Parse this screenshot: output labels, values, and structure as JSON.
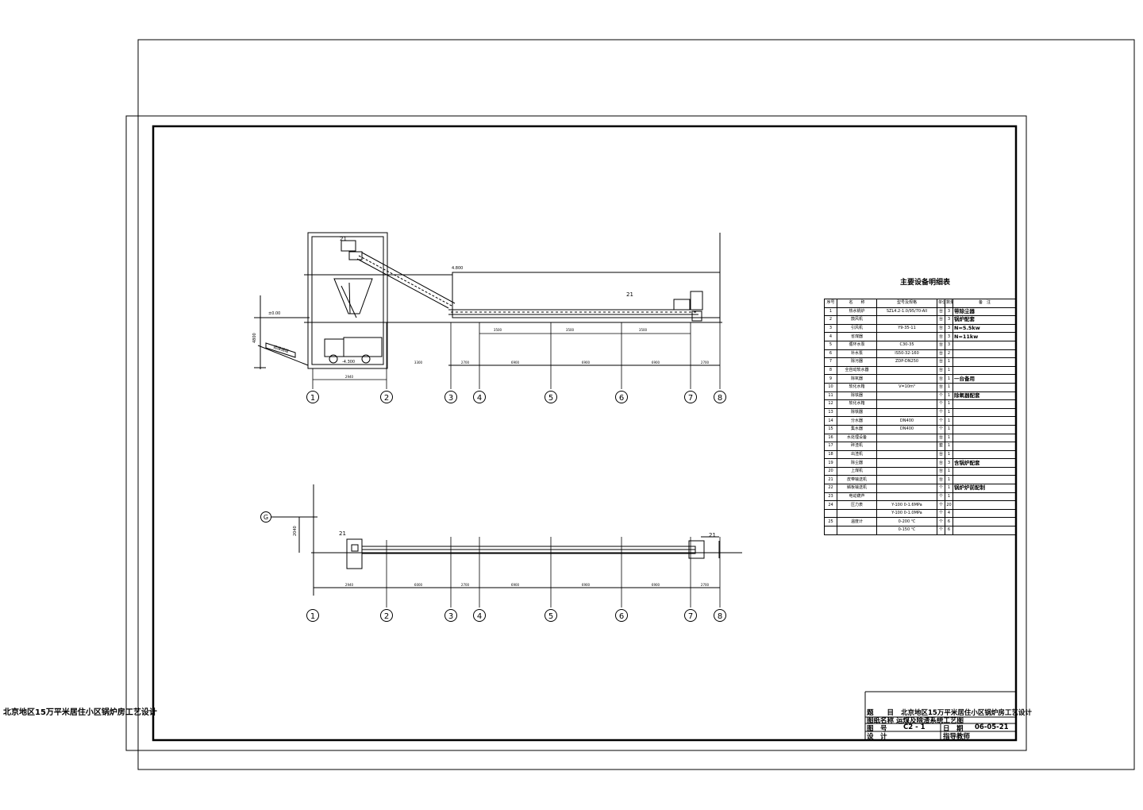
{
  "side_title": "北京地区15万平米居住小区锅炉房工艺设计",
  "table": {
    "heading": "主要设备明细表",
    "headers": [
      "序号",
      "名　　称",
      "型号及规格",
      "单位",
      "数量",
      "备　注"
    ],
    "rows": [
      [
        "1",
        "热水锅炉",
        "SZL4.2-1.0/95/70-AII",
        "台",
        "3",
        "带除尘器"
      ],
      [
        "2",
        "鼓风机",
        "",
        "台",
        "3",
        "锅炉配套"
      ],
      [
        "3",
        "引风机",
        "Y9-35-11",
        "台",
        "3",
        "N=5.5kw"
      ],
      [
        "4",
        "省煤器",
        "",
        "台",
        "3",
        "N=11kw"
      ],
      [
        "5",
        "循环水泵",
        "C30-35",
        "台",
        "3",
        ""
      ],
      [
        "6",
        "补水泵",
        "IS50-32-160",
        "台",
        "2",
        ""
      ],
      [
        "7",
        "除污器",
        "ZDP-DN250",
        "台",
        "1",
        ""
      ],
      [
        "8",
        "全自动软水器",
        "",
        "台",
        "1",
        ""
      ],
      [
        "9",
        "除氧器",
        "",
        "台",
        "1",
        "一台备用"
      ],
      [
        "10",
        "软化水箱",
        "V=10m³",
        "台",
        "1",
        ""
      ],
      [
        "11",
        "除铁器",
        "",
        "个",
        "1",
        "除氧器配套"
      ],
      [
        "12",
        "软化水箱",
        "",
        "个",
        "1",
        ""
      ],
      [
        "13",
        "除铁器",
        "",
        "个",
        "1",
        ""
      ],
      [
        "14",
        "分水器",
        "DN400",
        "个",
        "1",
        ""
      ],
      [
        "15",
        "集水器",
        "DN400",
        "个",
        "1",
        ""
      ],
      [
        "16",
        "水处理设备",
        "",
        "台",
        "1",
        ""
      ],
      [
        "17",
        "碎渣机",
        "",
        "套",
        "1",
        ""
      ],
      [
        "18",
        "出渣机",
        "",
        "台",
        "1",
        ""
      ],
      [
        "19",
        "除尘器",
        "",
        "台",
        "3",
        "含锅炉配套"
      ],
      [
        "20",
        "上煤机",
        "",
        "台",
        "1",
        ""
      ],
      [
        "21",
        "皮带输送机",
        "",
        "台",
        "1",
        ""
      ],
      [
        "22",
        "鳞板输送机",
        "",
        "个",
        "1",
        "锅炉炉前配制"
      ],
      [
        "23",
        "电动葫芦",
        "",
        "个",
        "1",
        ""
      ],
      [
        "24",
        "压力表",
        "Y-100 0-1.6MPa",
        "个",
        "20",
        ""
      ],
      [
        "",
        "",
        "Y-100 0-1.0MPa",
        "个",
        "4",
        ""
      ],
      [
        "25",
        "温度计",
        "0-200 ℃",
        "个",
        "6",
        ""
      ],
      [
        "",
        "",
        "0-150 ℃",
        "个",
        "6",
        ""
      ]
    ]
  },
  "title_block": {
    "project_label": "题　　目",
    "project": "北京地区15万平米居住小区锅炉房工艺设计",
    "drawing_label": "图纸名称",
    "drawing_name": "运煤及除渣系统工艺图",
    "number_label": "图　号",
    "number": "C2 - 1",
    "date_label": "日　期",
    "date": "06-05-21",
    "designer_label": "设　计",
    "advisor_label": "指导教师"
  },
  "axis_numbers": [
    "1",
    "2",
    "3",
    "4",
    "5",
    "6",
    "7",
    "8"
  ],
  "axis_letter": "G",
  "elevation_dims": [
    {
      "text": "2940"
    },
    {
      "text": "3300"
    },
    {
      "text": "2700"
    },
    {
      "text": "6900"
    },
    {
      "text": "6900"
    },
    {
      "text": "6900"
    },
    {
      "text": "2700"
    }
  ],
  "plan_dims": [
    {
      "text": "2940"
    },
    {
      "text": "6000"
    },
    {
      "text": "2700"
    },
    {
      "text": "6900"
    },
    {
      "text": "6900"
    },
    {
      "text": "6900"
    },
    {
      "text": "2700"
    }
  ],
  "annotations": {
    "item_tag": "21",
    "level_top": "4.800",
    "level_ground": "±0.00",
    "level_pit": "-4.300",
    "pit_height": "4800",
    "span_a": "3500",
    "span_b": "3500",
    "span_c": "3500",
    "slope_note": "运煤通道",
    "plan_offset": "2040"
  }
}
